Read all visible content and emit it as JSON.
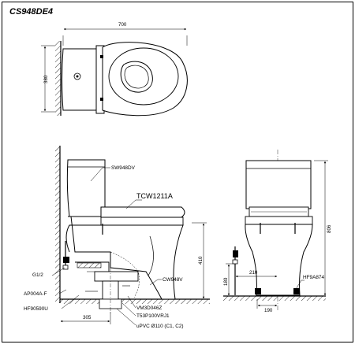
{
  "title": "CS948DE4",
  "top_view": {
    "width_dim": "700",
    "depth_dim": "380"
  },
  "side_view": {
    "labels": {
      "tank": "SW948DV",
      "seat": "TCW1211A",
      "bowl": "CW948V",
      "water_inlet": "G1/2",
      "angle_valve": "AP004A-F",
      "hose": "HF90590U",
      "bolt": "VM3D046Z",
      "flange": "T53P100VRJ1",
      "pipe": "uPVC Ø110 (C1, C2)"
    },
    "dims": {
      "height": "410",
      "rough_in": "305"
    }
  },
  "front_view": {
    "labels": {
      "hose": "HF9A874"
    },
    "dims": {
      "total_height": "806",
      "inlet_height": "180",
      "inlet_offset": "210",
      "center_offset": "190"
    }
  }
}
